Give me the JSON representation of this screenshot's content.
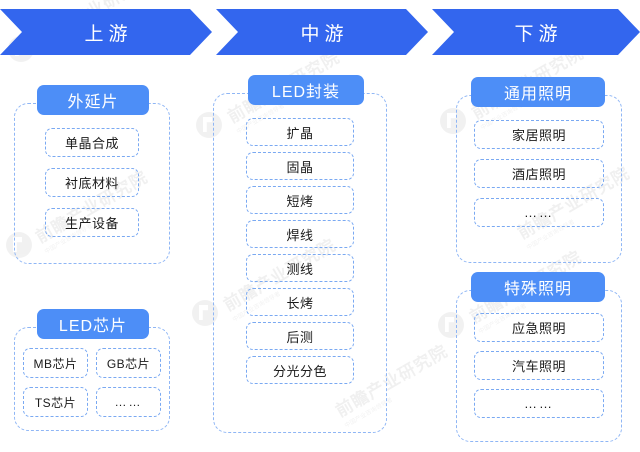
{
  "banner": {
    "stages": [
      {
        "label": "上游",
        "name": "upstream"
      },
      {
        "label": "中游",
        "name": "midstream"
      },
      {
        "label": "下游",
        "name": "downstream"
      }
    ]
  },
  "groups": [
    {
      "id": "epitaxial-wafer",
      "title": "外延片",
      "items": [
        "单晶合成",
        "衬底材料",
        "生产设备"
      ]
    },
    {
      "id": "led-chip",
      "title": "LED芯片",
      "items": [
        "MB芯片",
        "GB芯片",
        "TS芯片",
        "……"
      ]
    },
    {
      "id": "led-packaging",
      "title": "LED封装",
      "items": [
        "扩晶",
        "固晶",
        "短烤",
        "焊线",
        "测线",
        "长烤",
        "后测",
        "分光分色"
      ]
    },
    {
      "id": "general-lighting",
      "title": "通用照明",
      "items": [
        "家居照明",
        "酒店照明",
        "……"
      ]
    },
    {
      "id": "special-lighting",
      "title": "特殊照明",
      "items": [
        "应急照明",
        "汽车照明",
        "……"
      ]
    }
  ],
  "watermark": {
    "brand": "前瞻产业研究院",
    "sub": "中国产业咨询领导者"
  },
  "colors": {
    "banner_blue": "#3366ee",
    "pill_blue": "#4d8ef7",
    "dashed_border": "#8fb6f5",
    "item_border": "#7aa9f2",
    "background": "#ffffff",
    "banner_text": "#ffffff",
    "item_text": "#1b1b1b"
  }
}
